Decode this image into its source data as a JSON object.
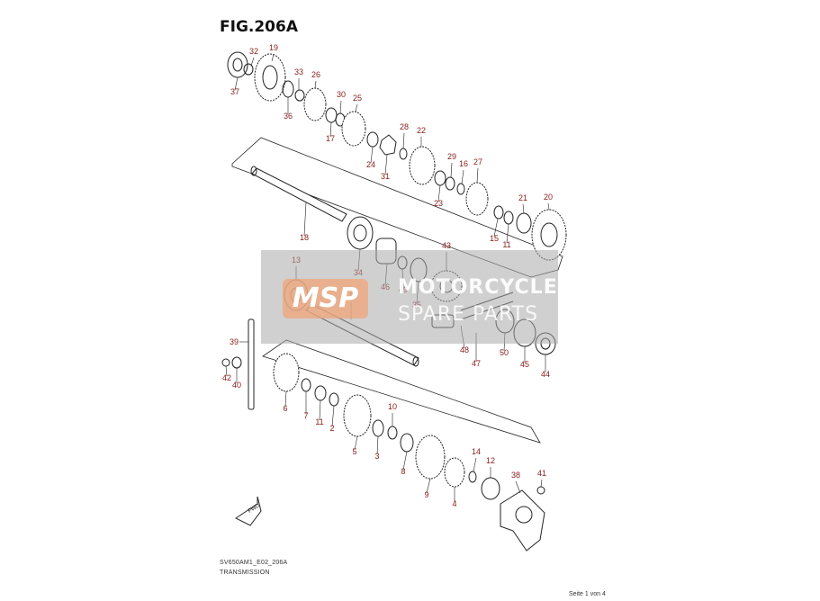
{
  "figure": {
    "title": "FIG.206A",
    "code": "SV650AM1_E02_206A",
    "caption": "TRANSMISSION",
    "page": "Seite 1 von 4"
  },
  "watermark": {
    "logo": "MSP",
    "line1": "MOTORCYCLE",
    "line2": "SPARE PARTS"
  },
  "fwd_label": "FWD",
  "parts": [
    {
      "num": "32"
    },
    {
      "num": "19"
    },
    {
      "num": "37"
    },
    {
      "num": "33"
    },
    {
      "num": "26"
    },
    {
      "num": "36"
    },
    {
      "num": "30"
    },
    {
      "num": "25"
    },
    {
      "num": "17"
    },
    {
      "num": "28"
    },
    {
      "num": "22"
    },
    {
      "num": "24"
    },
    {
      "num": "31"
    },
    {
      "num": "29"
    },
    {
      "num": "16"
    },
    {
      "num": "27"
    },
    {
      "num": "23"
    },
    {
      "num": "21"
    },
    {
      "num": "20"
    },
    {
      "num": "15"
    },
    {
      "num": "11"
    },
    {
      "num": "18"
    },
    {
      "num": "43"
    },
    {
      "num": "34"
    },
    {
      "num": "13"
    },
    {
      "num": "46"
    },
    {
      "num": "49"
    },
    {
      "num": "35"
    },
    {
      "num": "1"
    },
    {
      "num": "48"
    },
    {
      "num": "50"
    },
    {
      "num": "45"
    },
    {
      "num": "44"
    },
    {
      "num": "47"
    },
    {
      "num": "39"
    },
    {
      "num": "42"
    },
    {
      "num": "40"
    },
    {
      "num": "6"
    },
    {
      "num": "7"
    },
    {
      "num": "11"
    },
    {
      "num": "2"
    },
    {
      "num": "5"
    },
    {
      "num": "10"
    },
    {
      "num": "3"
    },
    {
      "num": "8"
    },
    {
      "num": "9"
    },
    {
      "num": "14"
    },
    {
      "num": "12"
    },
    {
      "num": "4"
    },
    {
      "num": "38"
    },
    {
      "num": "41"
    }
  ]
}
